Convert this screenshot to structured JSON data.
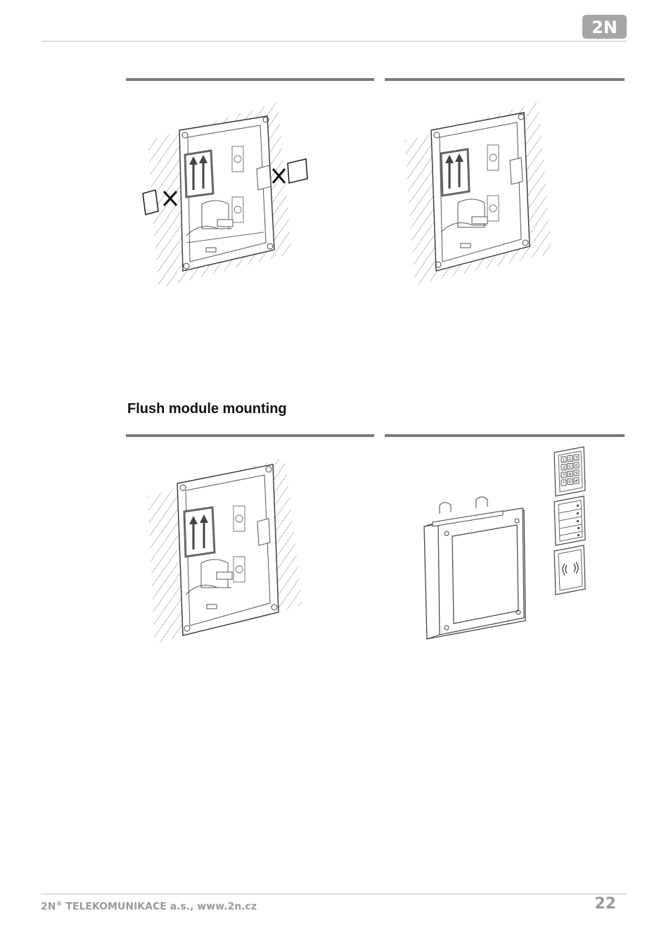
{
  "header": {
    "logo_text": "2N",
    "logo_color": "#a6a6a6"
  },
  "section": {
    "title": "Flush module mounting"
  },
  "figures": {
    "step1": {
      "icons": [
        "arrow-up-icon",
        "blank-cover-icon",
        "cross-mark-icon"
      ]
    },
    "step2": {
      "icons": [
        "arrow-up-icon"
      ]
    },
    "step3": {
      "icons": [
        "arrow-up-icon"
      ]
    },
    "step4": {
      "keypad_keys": [
        "1",
        "2",
        "3",
        "4",
        "5",
        "6",
        "7",
        "8",
        "9",
        "*",
        "0",
        "#"
      ],
      "icons": [
        "keypad-module-icon",
        "button-module-icon",
        "rfid-reader-icon"
      ]
    }
  },
  "footer": {
    "company": "2N",
    "registered": "®",
    "company_rest": " TELEKOMUNIKACE a.s., www.2n.cz",
    "page_number": "22"
  }
}
